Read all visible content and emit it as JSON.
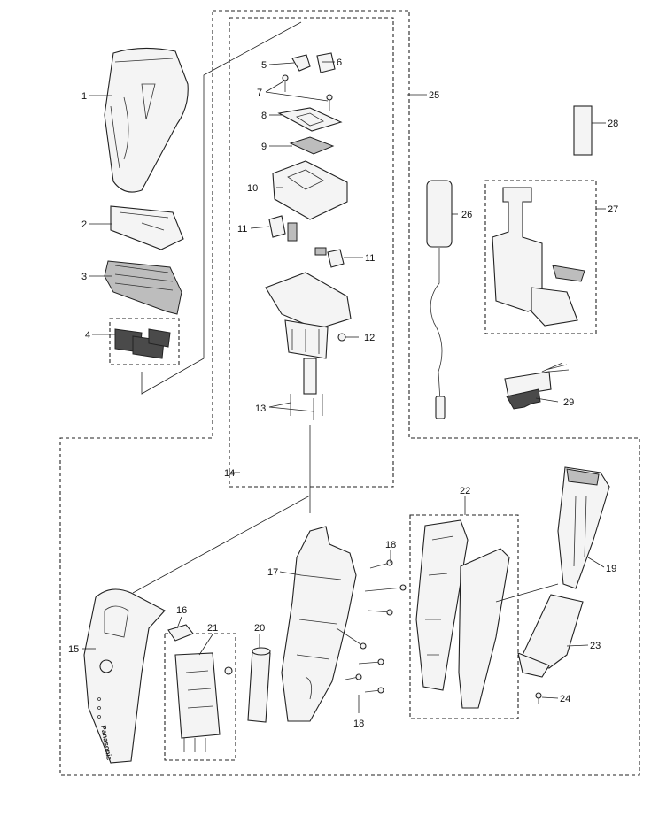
{
  "labels": {
    "p1": "1",
    "p2": "2",
    "p3": "3",
    "p4": "4",
    "p5": "5",
    "p6": "6",
    "p7": "7",
    "p8": "8",
    "p9": "9",
    "p10": "10",
    "p11a": "11",
    "p11b": "11",
    "p12": "12",
    "p13": "13",
    "p14": "14",
    "p15": "15",
    "p16": "16",
    "p17": "17",
    "p18a": "18",
    "p18b": "18",
    "p19": "19",
    "p20": "20",
    "p21": "21",
    "p22": "22",
    "p23": "23",
    "p24": "24",
    "p25": "25",
    "p26": "26",
    "p27": "27",
    "p28": "28",
    "p29": "29"
  },
  "brand": "Panasonic"
}
